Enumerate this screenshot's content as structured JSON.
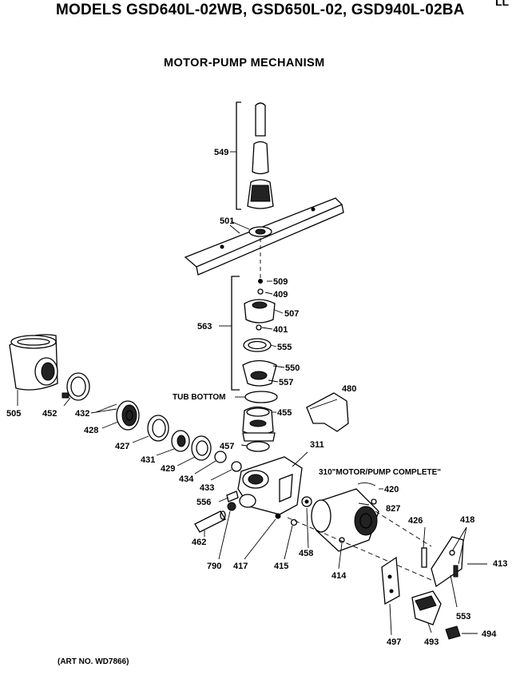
{
  "header": {
    "models": "MODELS GSD640L-02WB, GSD650L-02, GSD940L-02BA",
    "corner_code": "LL",
    "subtitle": "MOTOR-PUMP MECHANISM"
  },
  "footer": {
    "art_no": "(ART NO. WD7866)"
  },
  "annotations": {
    "tub_bottom": "TUB BOTTOM",
    "motor_pump_complete": "310\"MOTOR/PUMP COMPLETE\""
  },
  "parts": {
    "p549": "549",
    "p501": "501",
    "p509": "509",
    "p409": "409",
    "p563": "563",
    "p507": "507",
    "p401": "401",
    "p555": "555",
    "p550": "550",
    "p557": "557",
    "p480": "480",
    "p455": "455",
    "p505": "505",
    "p452": "452",
    "p432": "432",
    "p428": "428",
    "p427": "427",
    "p431": "431",
    "p429": "429",
    "p434": "434",
    "p457": "457",
    "p311": "311",
    "p433": "433",
    "p556": "556",
    "p420": "420",
    "p827": "827",
    "p426": "426",
    "p418": "418",
    "p413": "413",
    "p462": "462",
    "p790": "790",
    "p417": "417",
    "p415": "415",
    "p458": "458",
    "p414": "414",
    "p553": "553",
    "p497": "497",
    "p493": "493",
    "p494": "494"
  }
}
